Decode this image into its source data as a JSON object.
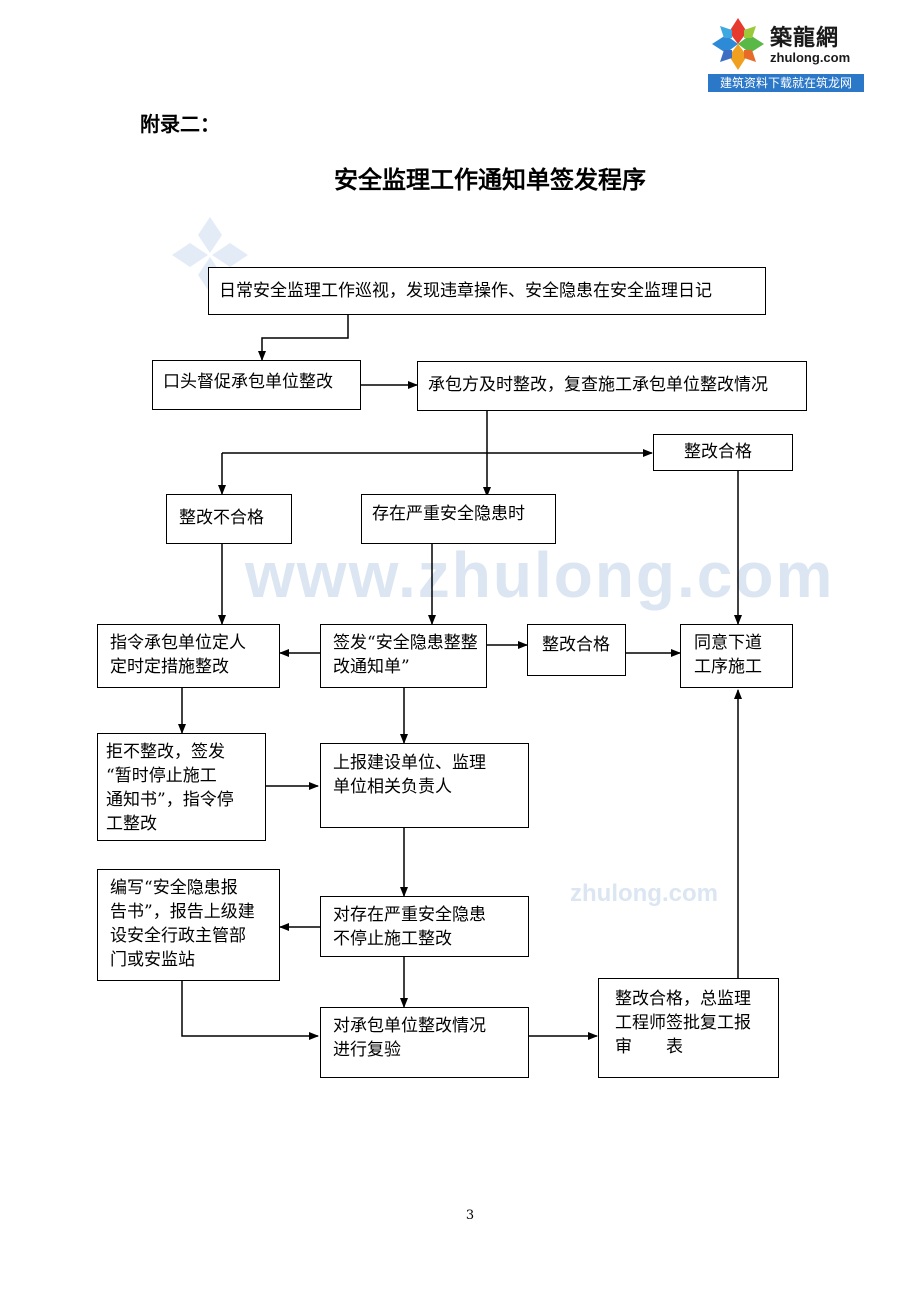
{
  "logo": {
    "name": "築龍網",
    "url": "zhulong.com",
    "tagline": "建筑资料下载就在筑龙网"
  },
  "appendix": "附录二：",
  "title": "安全监理工作通知单签发程序",
  "watermarks": {
    "main": "www.zhulong.com",
    "small": "zhulong.com"
  },
  "boxes": {
    "inspect": "日常安全监理工作巡视，发现违章操作、安全隐患在安全监理日记",
    "oral": "口头督促承包单位整改",
    "contractor_fix": "承包方及时整改，复查施工承包单位整改情况",
    "pass_top": "整改合格",
    "fail": "整改不合格",
    "serious": "存在严重安全隐患时",
    "order": "指令承包单位定人\n定时定措施整改",
    "issue": "签发“安全隐患整整\n改通知单”",
    "pass_mid": "整改合格",
    "approve_next": "同意下道\n工序施工",
    "refuse": "拒不整改，签发\n“暂时停止施工\n通知书”，指令停\n工整改",
    "report_parties": "上报建设单位、监理\n单位相关负责人",
    "write_report": "编写“安全隐患报\n告书”，报告上级建\n设安全行政主管部\n门或安监站",
    "stop_work": "对存在严重安全隐患\n不停止施工整改",
    "recheck": "对承包单位整改情况\n进行复验",
    "resume": "整改合格，总监理\n工程师签批复工报\n审　　表"
  },
  "page_number": "3"
}
